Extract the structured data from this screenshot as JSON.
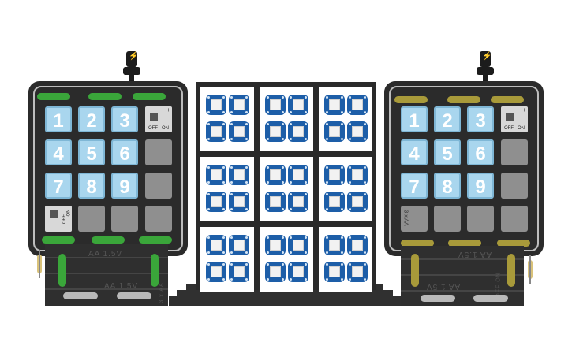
{
  "left_controller": {
    "keys": [
      "1",
      "2",
      "3",
      "4",
      "5",
      "6",
      "7",
      "8",
      "9"
    ],
    "switch_top": {
      "off": "OFF",
      "on": "ON"
    },
    "switch_bottom": {
      "off": "OFF",
      "on": "ON"
    },
    "battery_top_label": "AA 1.5V",
    "battery_bottom_label": "AA 1.5V",
    "battery_side_label": "3 x AA",
    "pin_color": "#3aa63a"
  },
  "right_controller": {
    "keys": [
      "1",
      "2",
      "3",
      "4",
      "5",
      "6",
      "7",
      "8",
      "9"
    ],
    "switch_top": {
      "off": "OFF",
      "on": "ON"
    },
    "switch_side_label": "3 x AA",
    "battery_top_label": "AA 1.5V",
    "battery_bottom_label": "AA 1.5V",
    "battery_side_label": "OFF ON",
    "pin_color": "#a89a3a"
  },
  "matrix": {
    "rows": 3,
    "cols": 3,
    "pixel_color": "#1d5ea8"
  },
  "icons": {
    "usb": "lightning-icon"
  }
}
